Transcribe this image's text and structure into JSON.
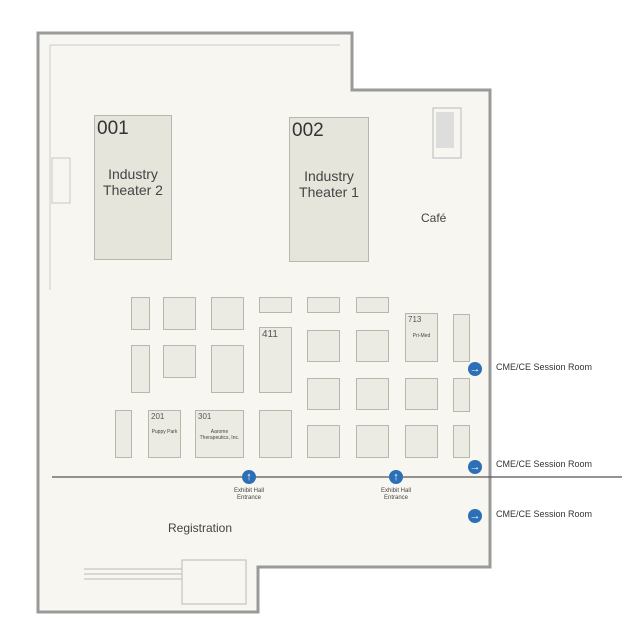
{
  "theaters": [
    {
      "number": "001",
      "name": "Industry Theater 2"
    },
    {
      "number": "002",
      "name": "Industry Theater 1"
    }
  ],
  "areas": {
    "cafe": "Café",
    "registration": "Registration"
  },
  "booths": {
    "b411": "411",
    "b713": "713",
    "b713_name": "Pri-Med",
    "b201": "201",
    "b201_name": "Puppy Park",
    "b301": "301",
    "b301_name": "Aarome Therapeutics, Inc."
  },
  "entrances": [
    {
      "label": "Exhibit Hall Entrance",
      "icon": "arrow-up-icon"
    },
    {
      "label": "Exhibit Hall Entrance",
      "icon": "arrow-up-icon"
    }
  ],
  "session_rooms": [
    {
      "label": "CME/CE Session Room",
      "icon": "arrow-right-icon"
    },
    {
      "label": "CME/CE Session Room",
      "icon": "arrow-right-icon"
    },
    {
      "label": "CME/CE Session Room",
      "icon": "arrow-right-icon"
    }
  ],
  "colors": {
    "floor": "#f7f6f0",
    "wall": "#9a9a9a",
    "booth": "#ecebe3",
    "accent": "#2c6fb7"
  }
}
